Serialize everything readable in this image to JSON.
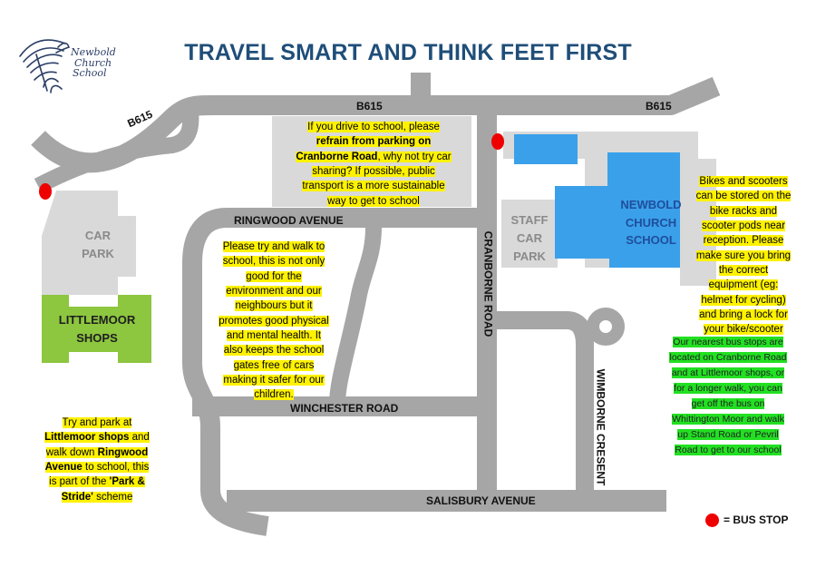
{
  "title": "TRAVEL SMART AND THINK FEET FIRST",
  "logo": {
    "lines": [
      "Newbold",
      "Church",
      "School"
    ]
  },
  "roads": {
    "b615_left": "B615",
    "b615_mid": "B615",
    "b615_right": "B615",
    "ringwood": "RINGWOOD AVENUE",
    "cranborne": "CRANBORNE ROAD",
    "winchester": "WINCHESTER ROAD",
    "wimborne": "WIMBORNE CRESENT",
    "salisbury": "SALISBURY AVENUE"
  },
  "areas": {
    "car_park": [
      "CAR",
      "PARK"
    ],
    "staff_car_park": [
      "STAFF",
      "CAR",
      "PARK"
    ],
    "school": [
      "NEWBOLD",
      "CHURCH",
      "SCHOOL"
    ],
    "shops": [
      "LITTLEMOOR",
      "SHOPS"
    ]
  },
  "notes": {
    "drive": {
      "p1": "If you drive to school, please",
      "p2": "refrain from parking on",
      "p3": "Cranborne Road",
      "p4": ", why not try car sharing? If possible, public transport is a more sustainable way to get to school"
    },
    "walk": "Please try and walk to school, this is not only good for the environment and our neighbours but it promotes good physical and mental health. It also keeps the school gates free of cars making it safer for our children.",
    "bikes": "Bikes and scooters can be stored on the bike racks and scooter pods near reception. Please make sure you bring the correct equipment (eg: helmet for cycling) and bring a lock for your bike/scooter",
    "park_stride": {
      "p1": "Try and park at",
      "p2": "Littlemoor shops",
      "p3": "and walk down",
      "p4": "Ringwood Avenue",
      "p5": "to school, this is part of the",
      "p6": "'Park & Stride'",
      "p7": "scheme"
    },
    "bus": "Our nearest bus stops are located on Cranborne Road and at Littlemoor shops, or for a longer walk, you can get off the bus on Whittington Moor and walk up Stand Road or Pevril Road to get to our school"
  },
  "legend": {
    "text": "= BUS STOP"
  },
  "colors": {
    "road": "#a6a6a6",
    "parking": "#d9d9d9",
    "school": "#3aa0ea",
    "shops": "#8dc63f",
    "title": "#1f4e79",
    "bus_stop": "#ee0000",
    "note_yellow": "#fff200",
    "note_green": "#22e022"
  }
}
